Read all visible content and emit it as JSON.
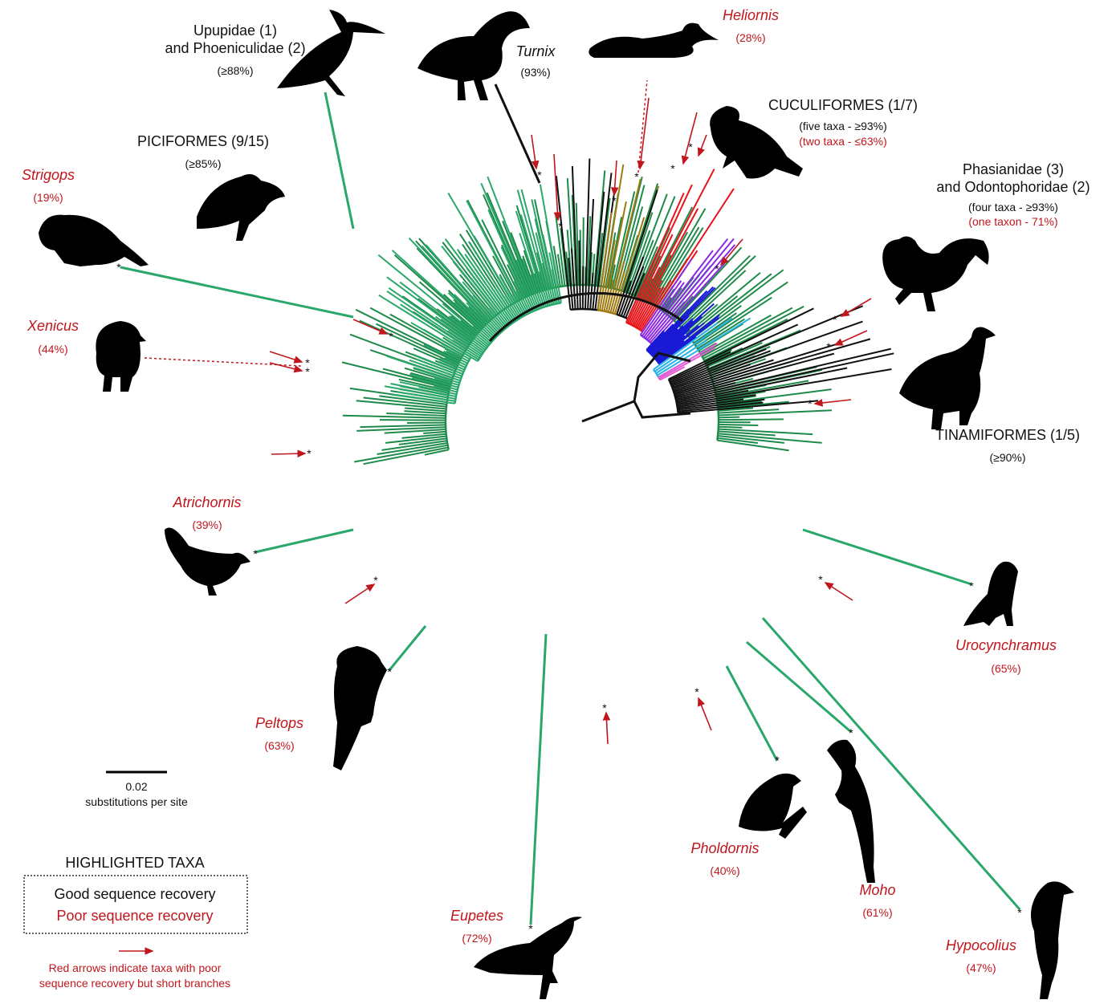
{
  "colors": {
    "passerine_green": "#1e8a4a",
    "near_passerine_green": "#2aa76a",
    "poor_red": "#c0161c",
    "good_black": "#111111",
    "clade_gold": "#a07a10",
    "clade_red": "#e8141a",
    "clade_purple": "#8a2be2",
    "clade_blue": "#1a1ad6",
    "clade_cyan": "#2ab3e6",
    "clade_pink": "#e65bd2"
  },
  "taxa": {
    "upupidae": {
      "line1": "Upupidae (1)",
      "line2": "and Phoeniculidae (2)",
      "pct": "(≥88%)"
    },
    "turnix": {
      "name": "Turnix",
      "pct": "(93%)"
    },
    "heliornis": {
      "name": "Heliornis",
      "pct": "(28%)"
    },
    "cuculiformes": {
      "name": "CUCULIFORMES (1/7)",
      "good": "(five taxa - ≥93%)",
      "poor": "(two taxa - ≤63%)"
    },
    "piciformes": {
      "name": "PICIFORMES (9/15)",
      "pct": "(≥85%)"
    },
    "phasianidae": {
      "line1": "Phasianidae (3)",
      "line2": "and Odontophoridae (2)",
      "good": "(four taxa - ≥93%)",
      "poor": "(one taxon - 71%)"
    },
    "strigops": {
      "name": "Strigops",
      "pct": "(19%)"
    },
    "xenicus": {
      "name": "Xenicus",
      "pct": "(44%)"
    },
    "tinamiformes": {
      "name": "TINAMIFORMES (1/5)",
      "pct": "(≥90%)"
    },
    "atrichornis": {
      "name": "Atrichornis",
      "pct": "(39%)"
    },
    "urocynchramus": {
      "name": "Urocynchramus",
      "pct": "(65%)"
    },
    "peltops": {
      "name": "Peltops",
      "pct": "(63%)"
    },
    "pholdornis": {
      "name": "Pholdornis",
      "pct": "(40%)"
    },
    "moho": {
      "name": "Moho",
      "pct": "(61%)"
    },
    "eupetes": {
      "name": "Eupetes",
      "pct": "(72%)"
    },
    "hypocolius": {
      "name": "Hypocolius",
      "pct": "(47%)"
    }
  },
  "scale": {
    "value": "0.02",
    "unit": "substitutions per site"
  },
  "legend": {
    "title": "HIGHLIGHTED TAXA",
    "good": "Good sequence recovery",
    "poor": "Poor sequence recovery",
    "arrow_line1": "Red arrows indicate taxa with poor",
    "arrow_line2": "sequence recovery but short branches"
  }
}
